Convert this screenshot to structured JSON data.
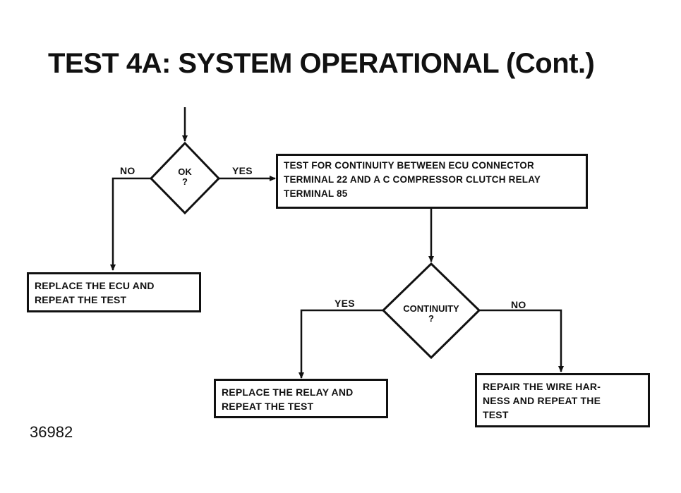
{
  "title": {
    "main": "TEST 4A:  SYSTEM OPERATIONAL",
    "cont": "(Cont.)"
  },
  "decisions": {
    "ok": {
      "line1": "OK",
      "line2": "?"
    },
    "continuity": {
      "line1": "CONTINUITY",
      "line2": "?"
    }
  },
  "branches": {
    "ok_no": "NO",
    "ok_yes": "YES",
    "continuity_yes": "YES",
    "continuity_no": "NO"
  },
  "boxes": {
    "test_continuity": [
      "TEST FOR CONTINUITY BETWEEN ECU CONNECTOR",
      "TERMINAL 22 AND A C COMPRESSOR CLUTCH RELAY",
      "TERMINAL 85"
    ],
    "replace_ecu": [
      "REPLACE THE ECU AND",
      "REPEAT THE TEST"
    ],
    "replace_relay": [
      "REPLACE THE RELAY AND",
      "REPEAT THE TEST"
    ],
    "repair_harness": [
      "REPAIR THE WIRE HAR-",
      "NESS AND REPEAT THE",
      "TEST"
    ]
  },
  "figure_number": "36982"
}
